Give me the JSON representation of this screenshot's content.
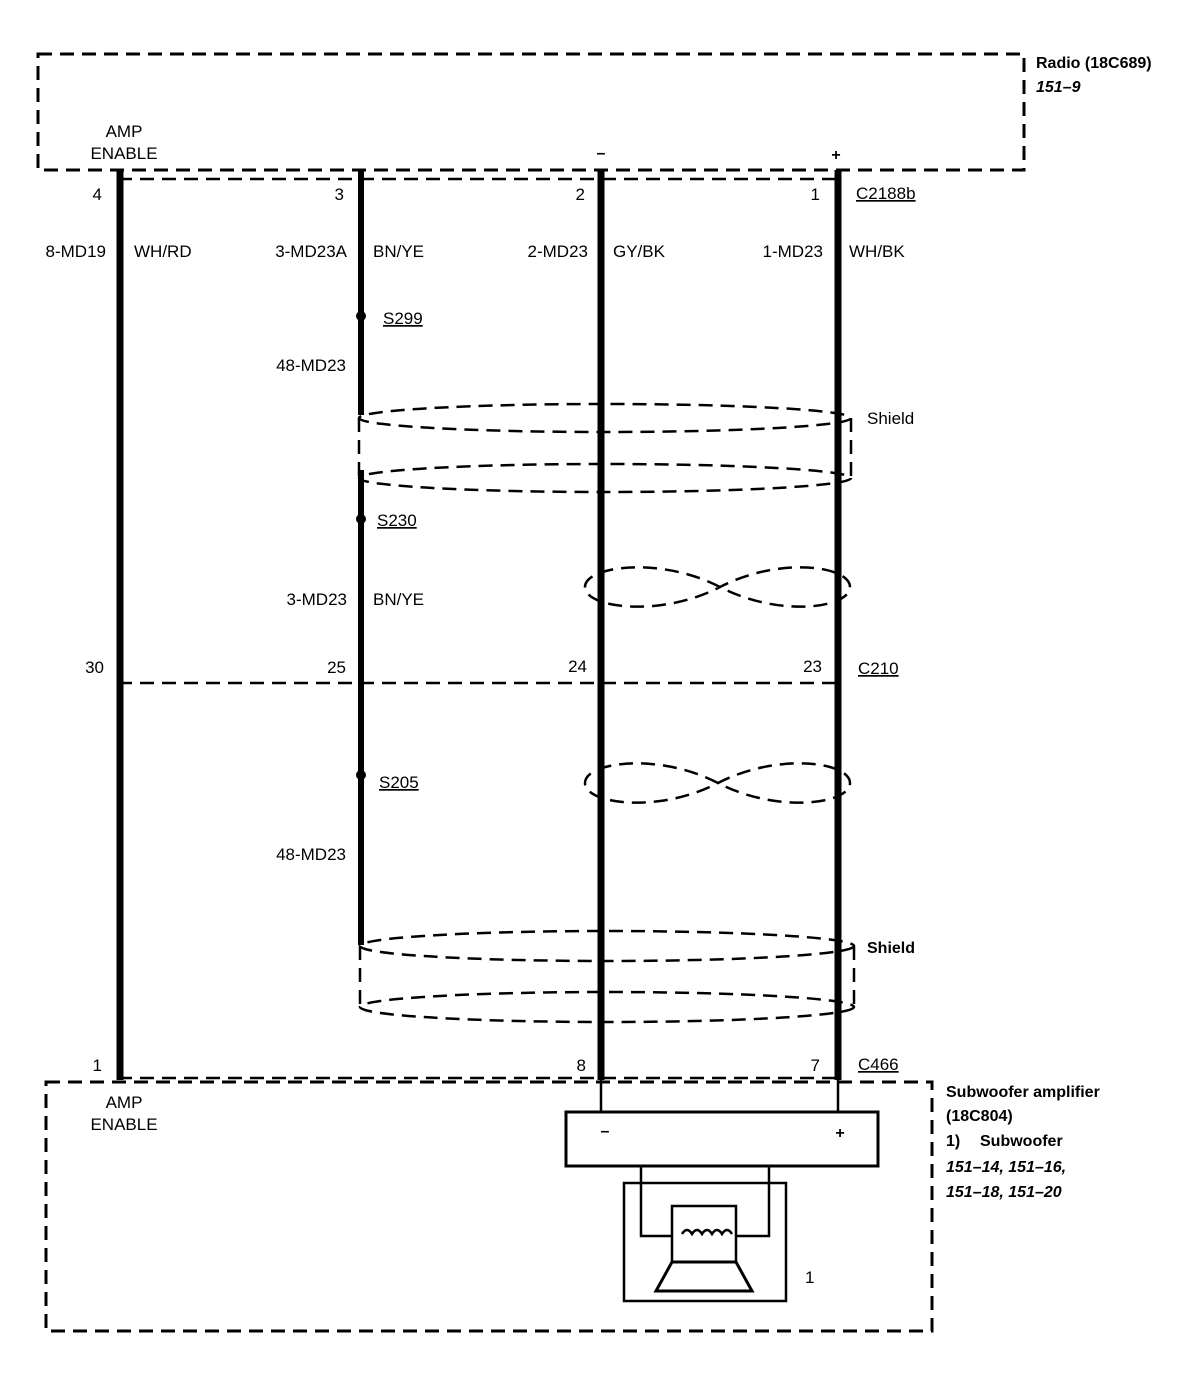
{
  "radio": {
    "name": "Radio (18C689)",
    "ref": "151–9",
    "amp_enable_line1": "AMP",
    "amp_enable_line2": "ENABLE",
    "minus": "–",
    "plus": "+",
    "connector": "C2188b"
  },
  "pins_top": [
    "4",
    "3",
    "2",
    "1"
  ],
  "circuits": [
    {
      "circuit": "8-MD19",
      "color": "WH/RD"
    },
    {
      "circuit": "3-MD23A",
      "color": "BN/YE"
    },
    {
      "circuit": "2-MD23",
      "color": "GY/BK"
    },
    {
      "circuit": "1-MD23",
      "color": "WH/BK"
    }
  ],
  "splices": [
    "S299",
    "S230",
    "S205"
  ],
  "circuit_48_upper": "48-MD23",
  "circuit_48_lower": "48-MD23",
  "shield_upper": "Shield",
  "shield_lower": "Shield",
  "mid_circuit": {
    "circuit": "3-MD23",
    "color": "BN/YE"
  },
  "c210": {
    "name": "C210",
    "pins": [
      "30",
      "25",
      "24",
      "23"
    ]
  },
  "c466": {
    "name": "C466",
    "pins": [
      "1",
      "8",
      "7"
    ]
  },
  "amplifier": {
    "name": "Subwoofer amplifier",
    "code": "(18C804)",
    "item_number": "1)",
    "item_label": "Subwoofer",
    "refs_line1": "151–14, 151–16,",
    "refs_line2": "151–18, 151–20",
    "amp_enable_line1": "AMP",
    "amp_enable_line2": "ENABLE",
    "minus": "–",
    "plus": "+",
    "subwoofer_callout": "1"
  }
}
